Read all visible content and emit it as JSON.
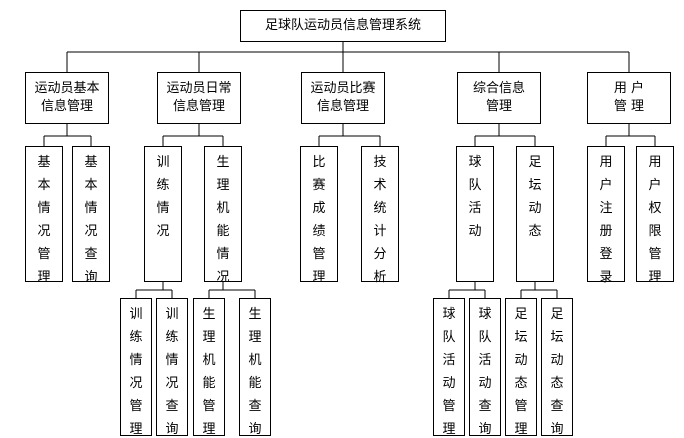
{
  "diagram": {
    "root": "足球队运动员信息管理系统",
    "modules": [
      {
        "label": "运动员基本\n信息管理",
        "children": [
          {
            "label": "基本情况管理"
          },
          {
            "label": "基本情况查询"
          }
        ]
      },
      {
        "label": "运动员日常\n信息管理",
        "children": [
          {
            "label": "训练情况",
            "children": [
              {
                "label": "训练情况管理"
              },
              {
                "label": "训练情况查询"
              }
            ]
          },
          {
            "label": "生理机能情况",
            "children": [
              {
                "label": "生理机能管理"
              },
              {
                "label": "生理机能查询"
              }
            ]
          }
        ]
      },
      {
        "label": "运动员比赛\n信息管理",
        "children": [
          {
            "label": "比赛成绩管理"
          },
          {
            "label": "技术统计分析"
          }
        ]
      },
      {
        "label": "综合信息\n管理",
        "children": [
          {
            "label": "球队活动",
            "children": [
              {
                "label": "球队活动管理"
              },
              {
                "label": "球队活动查询"
              }
            ]
          },
          {
            "label": "足坛动态",
            "children": [
              {
                "label": "足坛动态管理"
              },
              {
                "label": "足坛动态查询"
              }
            ]
          }
        ]
      },
      {
        "label": "用  户\n管  理",
        "children": [
          {
            "label": "用户注册登录"
          },
          {
            "label": "用户权限管理"
          }
        ]
      }
    ]
  }
}
